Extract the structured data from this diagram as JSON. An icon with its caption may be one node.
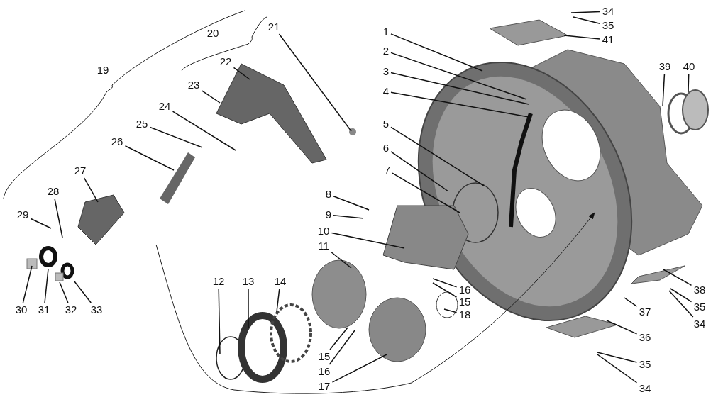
{
  "diagram": {
    "nodes": [
      {
        "text": [
          "1"
        ]
      },
      {
        "text": [
          "2"
        ]
      },
      {
        "text": [
          "3"
        ]
      },
      {
        "text": [
          "4"
        ]
      },
      {
        "text": [
          "5"
        ]
      },
      {
        "text": [
          "6"
        ]
      },
      {
        "text": [
          "7"
        ]
      },
      {
        "text": [
          "8"
        ]
      },
      {
        "text": [
          "9"
        ]
      },
      {
        "text": [
          "10"
        ]
      },
      {
        "text": [
          "11"
        ]
      },
      {
        "text": [
          "12"
        ]
      },
      {
        "text": [
          "13"
        ]
      },
      {
        "text": [
          "14"
        ]
      },
      {
        "text": [
          "15"
        ]
      },
      {
        "text": [
          "16"
        ]
      },
      {
        "text": [
          "17"
        ]
      },
      {
        "text": [
          "16"
        ]
      },
      {
        "text": [
          "15"
        ]
      },
      {
        "text": [
          "18"
        ]
      },
      {
        "text": [
          "21"
        ]
      },
      {
        "text": [
          "22"
        ]
      },
      {
        "text": [
          "23"
        ]
      },
      {
        "text": [
          "24"
        ]
      },
      {
        "text": [
          "25"
        ]
      },
      {
        "text": [
          "26"
        ]
      },
      {
        "text": [
          "27"
        ]
      },
      {
        "text": [
          "28"
        ]
      },
      {
        "text": [
          "29"
        ]
      },
      {
        "text": [
          "30"
        ]
      },
      {
        "text": [
          "31"
        ]
      },
      {
        "text": [
          "32"
        ]
      },
      {
        "text": [
          "33"
        ]
      },
      {
        "text": [
          "34"
        ]
      },
      {
        "text": [
          "35"
        ]
      },
      {
        "text": [
          "41"
        ]
      },
      {
        "text": [
          "39"
        ]
      },
      {
        "text": [
          "40"
        ]
      },
      {
        "text": [
          "38"
        ]
      },
      {
        "text": [
          "35"
        ]
      },
      {
        "text": [
          "34"
        ]
      },
      {
        "text": [
          "37"
        ]
      },
      {
        "text": [
          "36"
        ]
      },
      {
        "text": [
          "35"
        ]
      },
      {
        "text": [
          "34"
        ]
      }
    ],
    "edges": [
      {
        "from": 0,
        "to": null,
        "arrow": "none"
      },
      {
        "from": 1,
        "to": null,
        "arrow": "none"
      },
      {
        "from": 2,
        "to": null,
        "arrow": "none"
      },
      {
        "from": 3,
        "to": null,
        "arrow": "none"
      },
      {
        "from": 4,
        "to": null,
        "arrow": "none"
      },
      {
        "from": 5,
        "to": null,
        "arrow": "none"
      },
      {
        "from": 6,
        "to": null,
        "arrow": "none"
      },
      {
        "from": 7,
        "to": null,
        "arrow": "none"
      },
      {
        "from": 8,
        "to": null,
        "arrow": "none"
      },
      {
        "from": 9,
        "to": null,
        "arrow": "none"
      },
      {
        "from": 10,
        "to": null,
        "arrow": "none"
      },
      {
        "from": 11,
        "to": null,
        "arrow": "none"
      },
      {
        "from": 12,
        "to": null,
        "arrow": "none"
      },
      {
        "from": 13,
        "to": null,
        "arrow": "none"
      },
      {
        "from": 14,
        "to": null,
        "arrow": "none"
      },
      {
        "from": 15,
        "to": null,
        "arrow": "none"
      },
      {
        "from": 16,
        "to": null,
        "arrow": "none"
      },
      {
        "from": 17,
        "to": null,
        "arrow": "none"
      },
      {
        "from": 18,
        "to": null,
        "arrow": "none"
      },
      {
        "from": 19,
        "to": null,
        "arrow": "none"
      },
      {
        "from": 20,
        "to": null,
        "arrow": "none"
      },
      {
        "from": 21,
        "to": null,
        "arrow": "none"
      },
      {
        "from": 22,
        "to": null,
        "arrow": "none"
      },
      {
        "from": 23,
        "to": null,
        "arrow": "none"
      },
      {
        "from": 24,
        "to": null,
        "arrow": "none"
      },
      {
        "from": 25,
        "to": null,
        "arrow": "none"
      },
      {
        "from": 26,
        "to": null,
        "arrow": "none"
      },
      {
        "from": 27,
        "to": null,
        "arrow": "none"
      },
      {
        "from": 28,
        "to": null,
        "arrow": "none"
      },
      {
        "from": 29,
        "to": null,
        "arrow": "none"
      },
      {
        "from": 30,
        "to": null,
        "arrow": "none"
      },
      {
        "from": 31,
        "to": null,
        "arrow": "none"
      },
      {
        "from": 32,
        "to": null,
        "arrow": "none"
      },
      {
        "from": 33,
        "to": null,
        "arrow": "none"
      },
      {
        "from": 34,
        "to": null,
        "arrow": "none"
      },
      {
        "from": 35,
        "to": null,
        "arrow": "none"
      },
      {
        "from": 36,
        "to": null,
        "arrow": "none"
      },
      {
        "from": 37,
        "to": null,
        "arrow": "none"
      },
      {
        "from": 38,
        "to": null,
        "arrow": "none"
      },
      {
        "from": 39,
        "to": null,
        "arrow": "none"
      },
      {
        "from": 40,
        "to": null,
        "arrow": "none"
      },
      {
        "from": 41,
        "to": null,
        "arrow": "none"
      },
      {
        "from": 42,
        "to": null,
        "arrow": "none"
      },
      {
        "from": 43,
        "to": null,
        "arrow": "none"
      },
      {
        "from": 44,
        "to": null,
        "arrow": "none"
      }
    ],
    "labels": [
      "20",
      "19"
    ]
  }
}
